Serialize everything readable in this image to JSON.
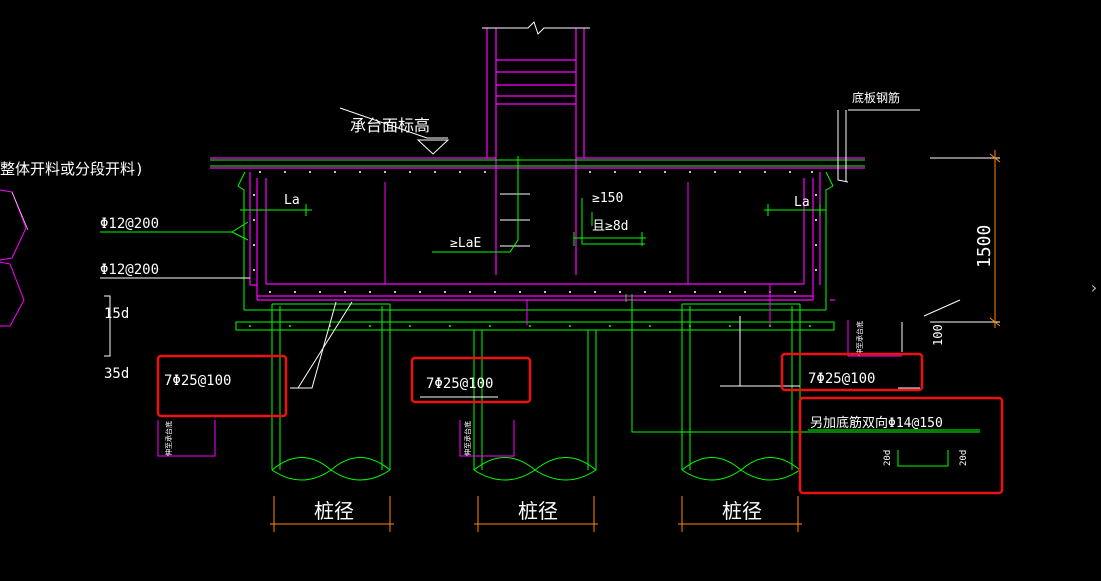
{
  "labels": {
    "top_elevation": "承台面标高",
    "top_right_rebar": "底板钢筋",
    "left_note": "整体开料或分段开料)",
    "rebar_side_1": "Φ12@200",
    "rebar_side_2": "Φ12@200",
    "la_left": "La",
    "la_right": "La",
    "gt150": "≥150",
    "ge8d": "且≥8d",
    "lae": "≥LaE",
    "d15": "15d",
    "d35": "35d",
    "bottom_rebar_left": "7Φ25@100",
    "bottom_rebar_mid": "7Φ25@100",
    "bottom_rebar_right": "7Φ25@100",
    "extra_bottom_rebar": "另加底筋双向Φ14@150",
    "hook_left": "20d",
    "hook_right": "20d",
    "dim_height": "1500",
    "dim_cover": "100",
    "pile_label_1": "桩径",
    "pile_label_2": "桩径",
    "pile_label_3": "桩径",
    "pile_note": "伸至承台底"
  },
  "colors": {
    "background": "#000000",
    "outline": "#ff00ff",
    "rebar": "#00ff00",
    "text": "#ffffff",
    "dimension": "#ff8800",
    "highlight": "#ee1111"
  },
  "icons": {
    "pan_right": "›"
  }
}
